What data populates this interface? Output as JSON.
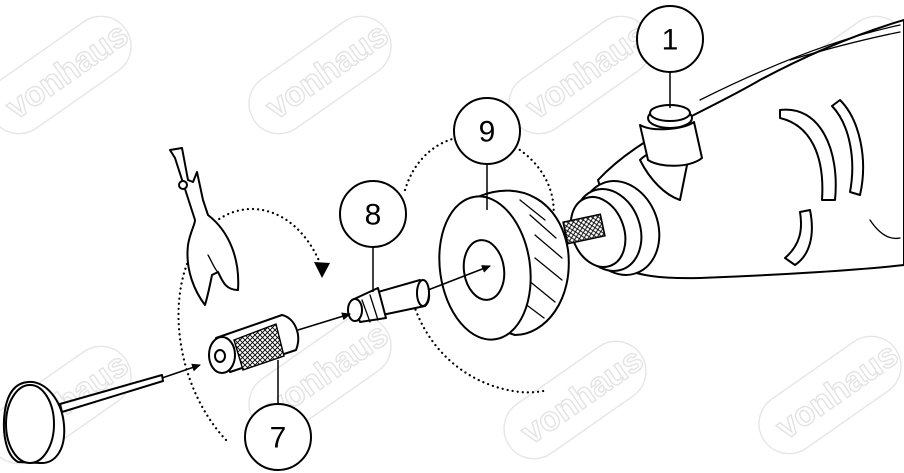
{
  "watermark": {
    "text": "vonhaus"
  },
  "callouts": [
    {
      "id": "1",
      "label": "1"
    },
    {
      "id": "9",
      "label": "9"
    },
    {
      "id": "8",
      "label": "8"
    },
    {
      "id": "7",
      "label": "7"
    }
  ]
}
